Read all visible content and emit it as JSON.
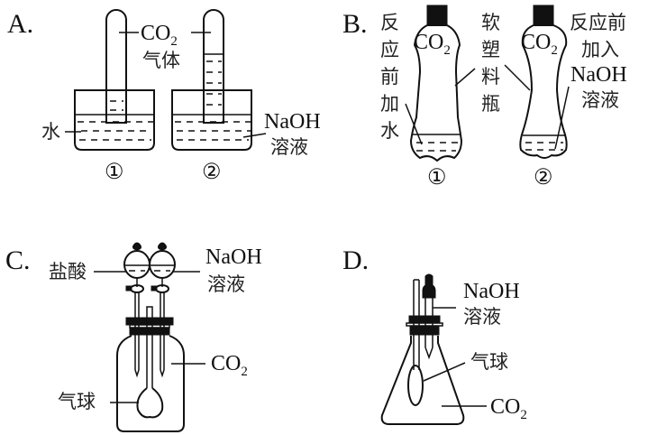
{
  "panels": {
    "A": {
      "letter": "A.",
      "gas_label": "CO",
      "gas_sub": "2",
      "gas_label2": "气体",
      "left_liquid": "水",
      "right_liquid_1": "NaOH",
      "right_liquid_2": "溶液",
      "num1": "①",
      "num2": "②"
    },
    "B": {
      "letter": "B.",
      "left_note": [
        "反",
        "应",
        "前",
        "加",
        "水"
      ],
      "bottle_label": [
        "软",
        "塑",
        "料",
        "瓶"
      ],
      "right_note_1": "反应前",
      "right_note_2": "加入",
      "right_note_3": "NaOH",
      "right_note_4": "溶液",
      "gas_label": "CO",
      "gas_sub": "2",
      "num1": "①",
      "num2": "②"
    },
    "C": {
      "letter": "C.",
      "left_funnel": "盐酸",
      "right_funnel_1": "NaOH",
      "right_funnel_2": "溶液",
      "gas_label": "CO",
      "gas_sub": "2",
      "balloon": "气球"
    },
    "D": {
      "letter": "D.",
      "dropper_1": "NaOH",
      "dropper_2": "溶液",
      "balloon": "气球",
      "gas_label": "CO",
      "gas_sub": "2"
    }
  }
}
